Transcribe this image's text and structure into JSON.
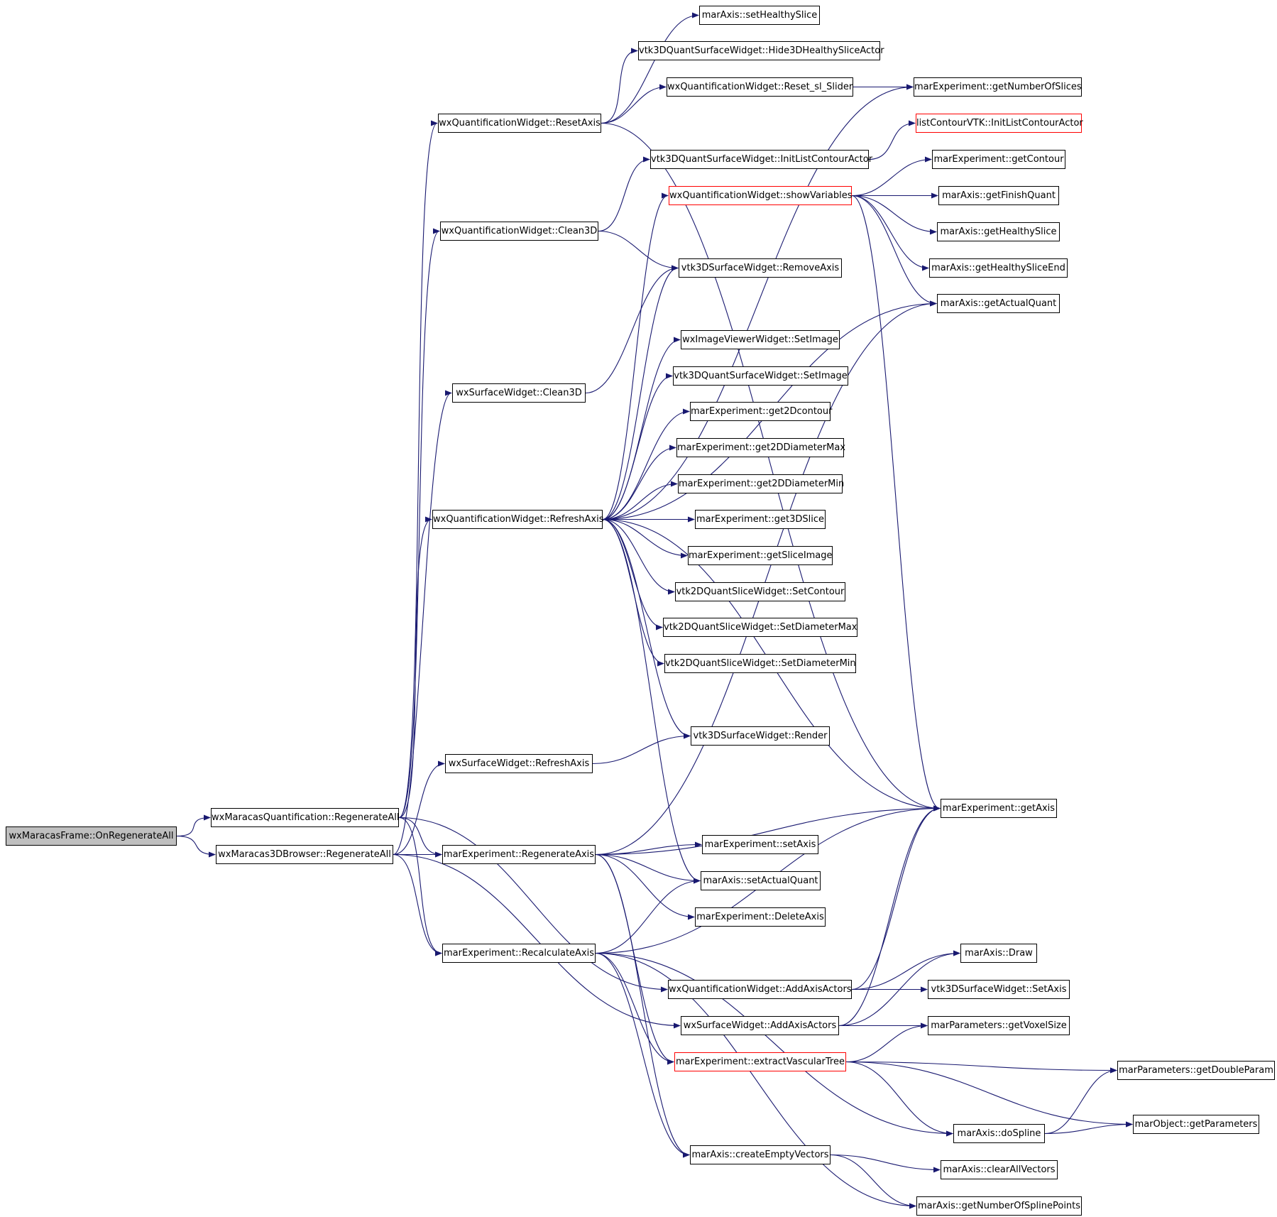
{
  "colors": {
    "edge": "#191970",
    "border": "#000000",
    "truncated_border": "#ff0000",
    "root_fill": "#bfbfbf"
  },
  "nodes": {
    "root": "wxMaracasFrame::OnRegenerateAll",
    "quantRegen": "wxMaracasQuantification::RegenerateAll",
    "browserRegen": "wxMaracas3DBrowser::RegenerateAll",
    "resetAxis": "wxQuantificationWidget::ResetAxis",
    "clean3dQ": "wxQuantificationWidget::Clean3D",
    "clean3dS": "wxSurfaceWidget::Clean3D",
    "refreshQ": "wxQuantificationWidget::RefreshAxis",
    "refreshS": "wxSurfaceWidget::RefreshAxis",
    "regenAxis": "marExperiment::RegenerateAxis",
    "recalcAxis": "marExperiment::RecalculateAxis",
    "setHealthySlice": "marAxis::setHealthySlice",
    "hide3d": "vtk3DQuantSurfaceWidget::Hide3DHealthySliceActor",
    "resetSlider": "wxQuantificationWidget::Reset_sl_Slider",
    "getNumSlices": "marExperiment::getNumberOfSlices",
    "initListContourVTK": "listContourVTK::InitListContourActor",
    "initList3d": "vtk3DQuantSurfaceWidget::InitListContourActor",
    "getContour": "marExperiment::getContour",
    "showVars": "wxQuantificationWidget::showVariables",
    "getFinishQuant": "marAxis::getFinishQuant",
    "getHealthySlice": "marAxis::getHealthySlice",
    "getHealthySliceEnd": "marAxis::getHealthySliceEnd",
    "removeAxis": "vtk3DSurfaceWidget::RemoveAxis",
    "getActualQuant": "marAxis::getActualQuant",
    "imgSetImage": "wxImageViewerWidget::SetImage",
    "vtkSetImage": "vtk3DQuantSurfaceWidget::SetImage",
    "get2dContour": "marExperiment::get2Dcontour",
    "get2dMax": "marExperiment::get2DDiameterMax",
    "get2dMin": "marExperiment::get2DDiameterMin",
    "get3dSlice": "marExperiment::get3DSlice",
    "getSliceImage": "marExperiment::getSliceImage",
    "setContour": "vtk2DQuantSliceWidget::SetContour",
    "setDiamMax": "vtk2DQuantSliceWidget::SetDiameterMax",
    "setDiamMin": "vtk2DQuantSliceWidget::SetDiameterMin",
    "render": "vtk3DSurfaceWidget::Render",
    "getAxis": "marExperiment::getAxis",
    "setAxis": "marExperiment::setAxis",
    "setActualQuant": "marAxis::setActualQuant",
    "deleteAxis": "marExperiment::DeleteAxis",
    "draw": "marAxis::Draw",
    "addActorsQ": "wxQuantificationWidget::AddAxisActors",
    "vtkSetAxis": "vtk3DSurfaceWidget::SetAxis",
    "addActorsS": "wxSurfaceWidget::AddAxisActors",
    "getVoxelSize": "marParameters::getVoxelSize",
    "extractTree": "marExperiment::extractVascularTree",
    "getDoubleParam": "marParameters::getDoubleParam",
    "doSpline": "marAxis::doSpline",
    "getParams": "marObject::getParameters",
    "createVectors": "marAxis::createEmptyVectors",
    "clearVectors": "marAxis::clearAllVectors",
    "getSplinePoints": "marAxis::getNumberOfSplinePoints"
  }
}
